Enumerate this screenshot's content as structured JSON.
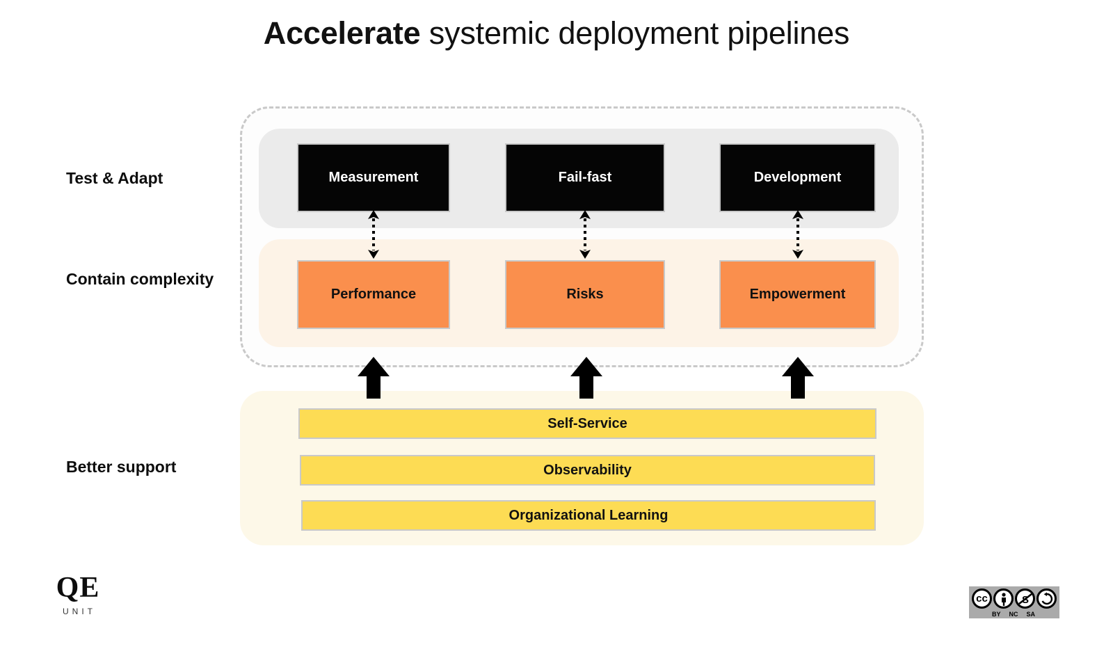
{
  "title": {
    "bold_part": "Accelerate",
    "rest_part": " systemic deployment pipelines"
  },
  "row_labels": {
    "test_adapt": "Test & Adapt",
    "contain_complexity": "Contain complexity",
    "better_support": "Better support"
  },
  "rows": {
    "test_adapt_boxes": [
      {
        "label": "Measurement"
      },
      {
        "label": "Fail-fast"
      },
      {
        "label": "Development"
      }
    ],
    "contain_complexity_boxes": [
      {
        "label": "Performance"
      },
      {
        "label": "Risks"
      },
      {
        "label": "Empowerment"
      }
    ],
    "better_support_bars": [
      {
        "label": "Self-Service"
      },
      {
        "label": "Observability"
      },
      {
        "label": "Organizational Learning"
      }
    ]
  },
  "logo": {
    "mark": "QE",
    "wordmark": "UNIT"
  },
  "license": {
    "cc_label": "cc",
    "terms": [
      "BY",
      "NC",
      "SA"
    ]
  },
  "colors": {
    "black_box": "#050505",
    "orange_box": "#fa8f4d",
    "yellow_bar": "#fddc54",
    "panel_gray": "#ebebeb",
    "panel_cream": "#fdf3e7",
    "panel_light_cream": "#fdf8e8",
    "dashed_border": "#c9c9c9",
    "box_border": "#c9c9c9",
    "text_dark": "#111111",
    "text_light": "#ffffff"
  }
}
